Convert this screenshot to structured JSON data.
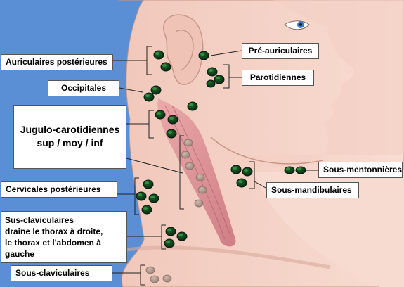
{
  "labels": {
    "auriculaires_posterieures": "Auriculaires postérieures",
    "occipitales": "Occipitales",
    "jugulo_line1": "Jugulo-carotidiennes",
    "jugulo_line2": "sup / moy / inf",
    "cervicales_posterieures": "Cervicales postérieures",
    "sus_claviculaires_line1": "Sus-claviculaires",
    "sus_claviculaires_line2": "draine le thorax à droite,",
    "sus_claviculaires_line3": "le thorax et l'abdomen à gauche",
    "sous_claviculaires": "Sous-claviculaires",
    "pre_auriculaires": "Pré-auriculaires",
    "parotidiennes": "Parotidiennes",
    "sous_mentonnieres": "Sous-mentonnières",
    "sous_mandibulaires": "Sous-mandibulaires"
  },
  "colors": {
    "background": "#5a8fd6",
    "skin": "#f5d3c8",
    "skin_shadow": "#e9b8aa",
    "muscle": "#d98a8e",
    "lymph_node": "#0e3d1c",
    "lymph_node_highlight": "#3aa34c",
    "deep_node": "#b89f94",
    "leader_line": "#222222"
  }
}
